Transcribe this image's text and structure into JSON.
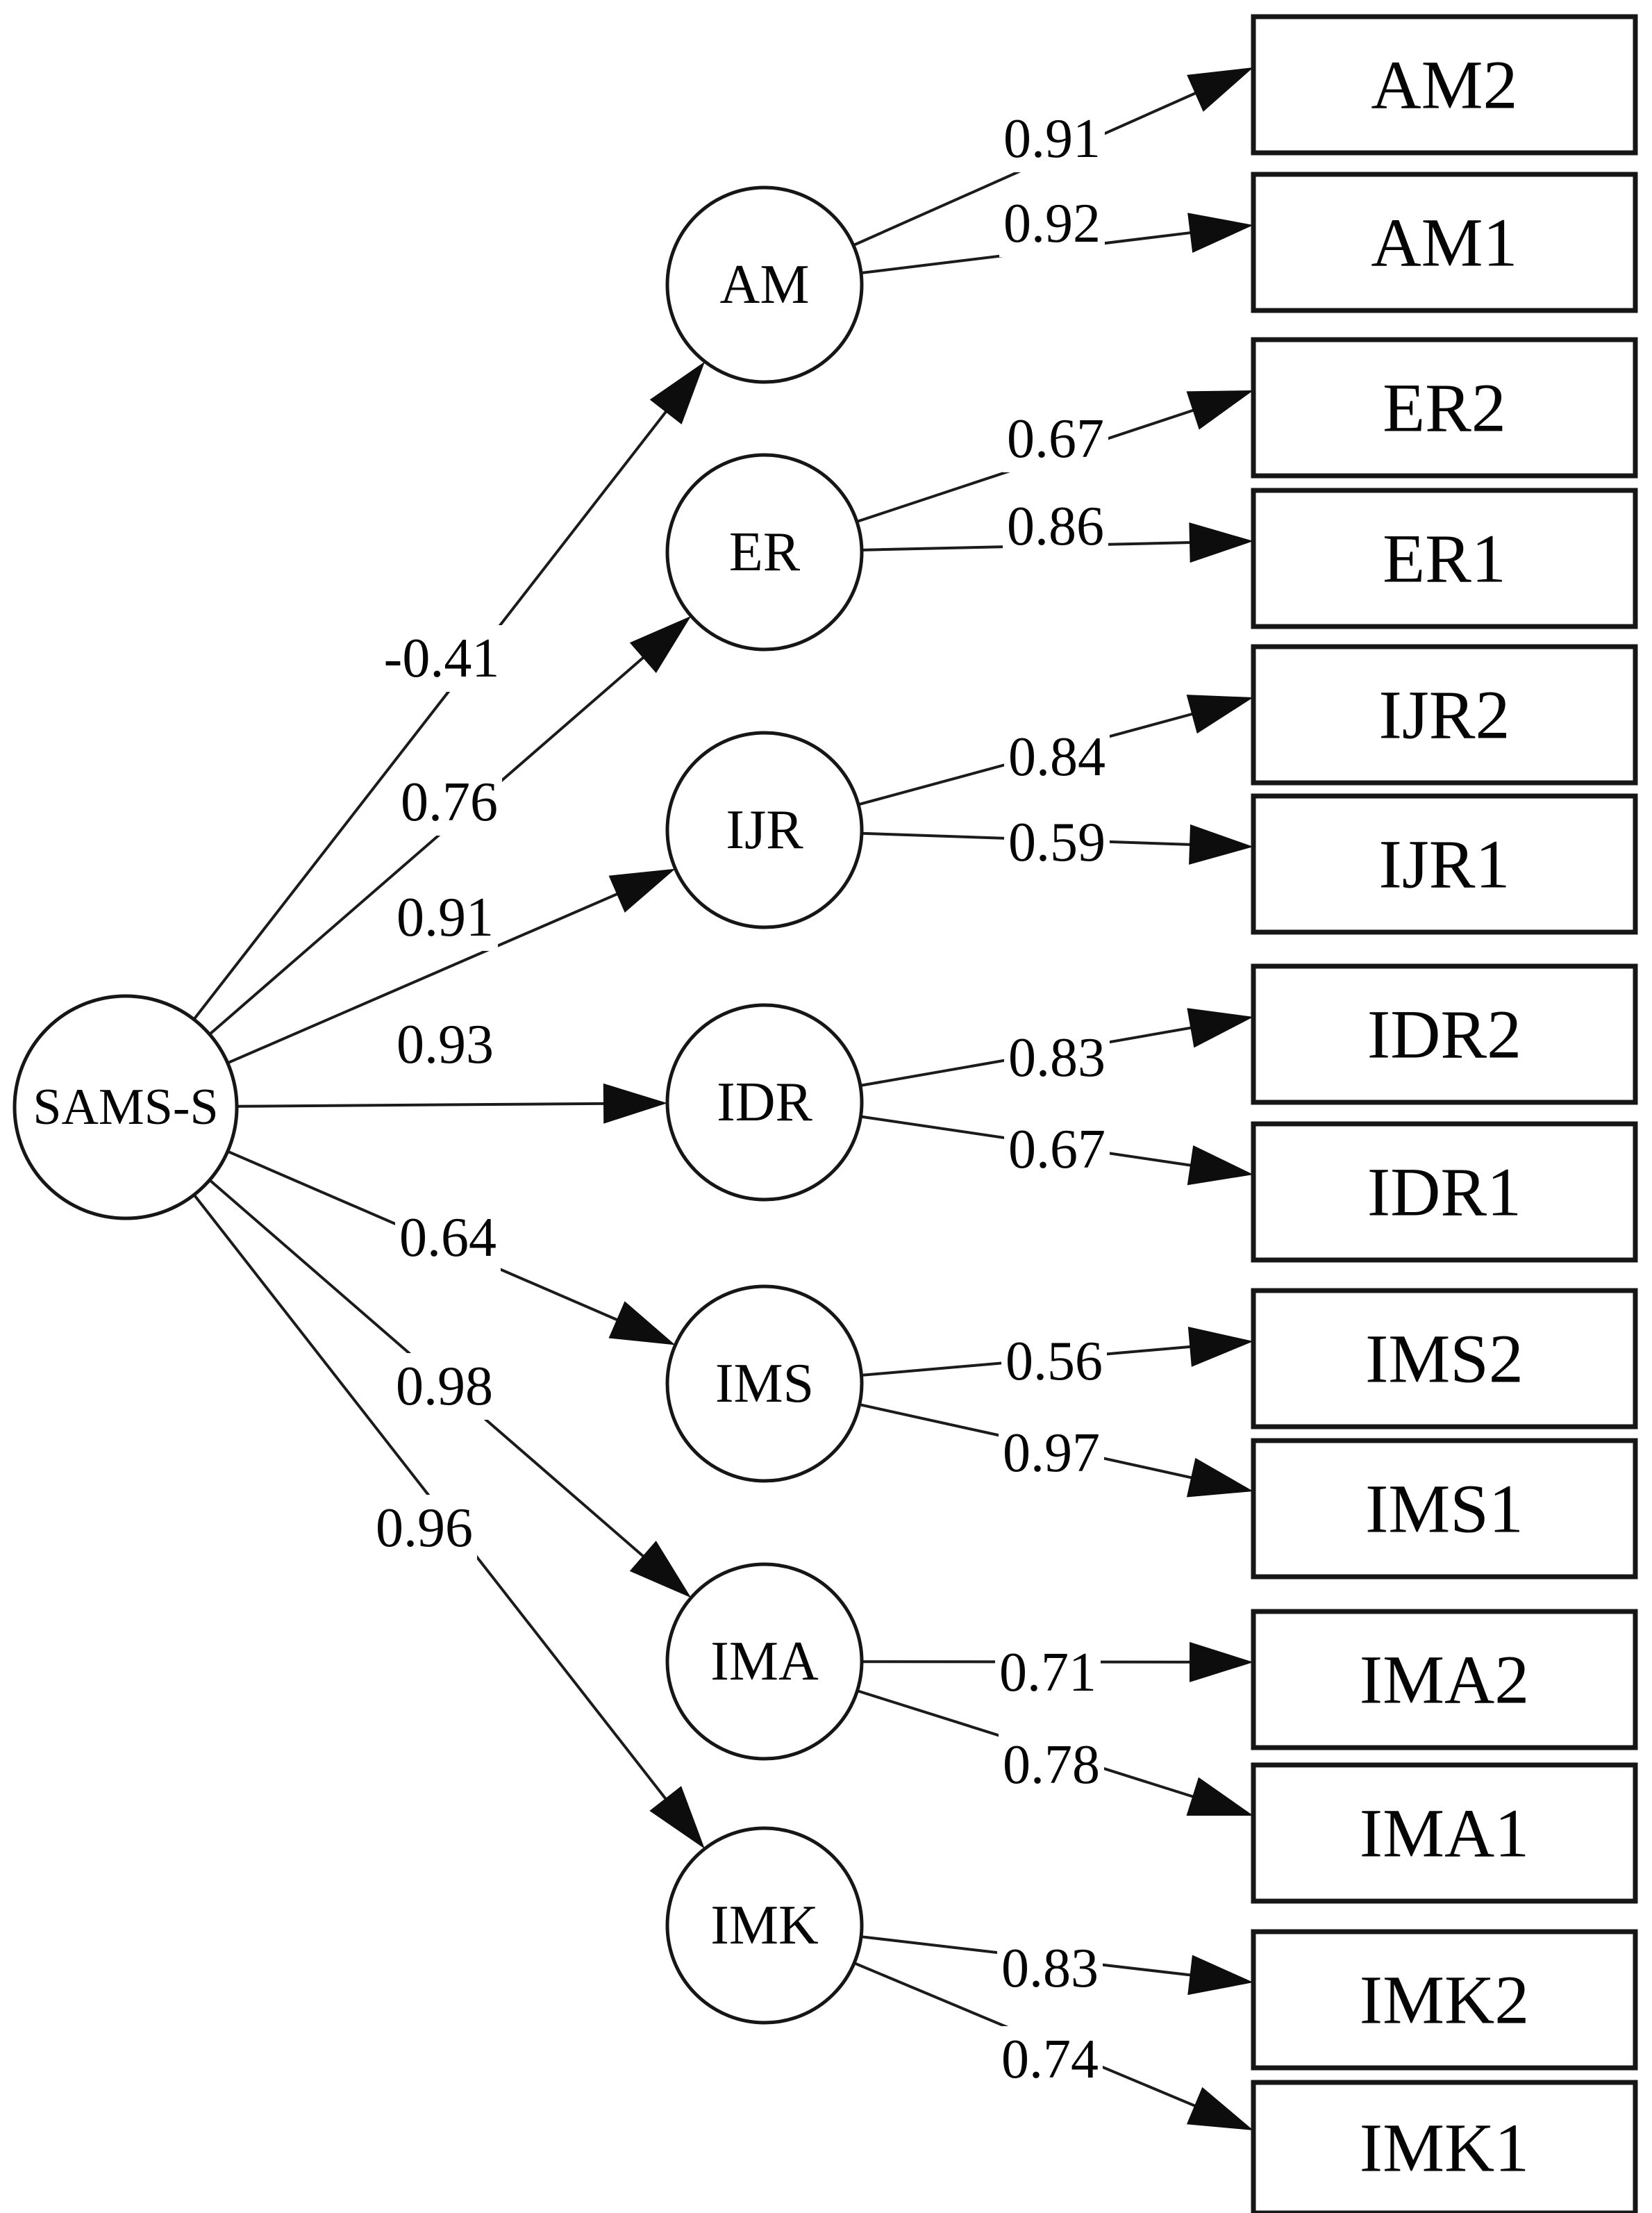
{
  "diagram": {
    "type": "sem-path-diagram",
    "background": "#ffffff",
    "colors": {
      "line": "#1b1b1b",
      "node_border": "#161616",
      "text": "#050505",
      "arrow_fill": "#0d0d0d"
    },
    "latent_source": {
      "label": "SAMS-S"
    },
    "factors": [
      {
        "label": "AM",
        "loading": "-0.41",
        "indicators": [
          {
            "label": "AM2",
            "loading": "0.91"
          },
          {
            "label": "AM1",
            "loading": "0.92"
          }
        ]
      },
      {
        "label": "ER",
        "loading": "0.76",
        "indicators": [
          {
            "label": "ER2",
            "loading": "0.67"
          },
          {
            "label": "ER1",
            "loading": "0.86"
          }
        ]
      },
      {
        "label": "IJR",
        "loading": "0.91",
        "indicators": [
          {
            "label": "IJR2",
            "loading": "0.84"
          },
          {
            "label": "IJR1",
            "loading": "0.59"
          }
        ]
      },
      {
        "label": "IDR",
        "loading": "0.93",
        "indicators": [
          {
            "label": "IDR2",
            "loading": "0.83"
          },
          {
            "label": "IDR1",
            "loading": "0.67"
          }
        ]
      },
      {
        "label": "IMS",
        "loading": "0.64",
        "indicators": [
          {
            "label": "IMS2",
            "loading": "0.56"
          },
          {
            "label": "IMS1",
            "loading": "0.97"
          }
        ]
      },
      {
        "label": "IMA",
        "loading": "0.98",
        "indicators": [
          {
            "label": "IMA2",
            "loading": "0.71"
          },
          {
            "label": "IMA1",
            "loading": "0.78"
          }
        ]
      },
      {
        "label": "IMK",
        "loading": "0.96",
        "indicators": [
          {
            "label": "IMK2",
            "loading": "0.83"
          },
          {
            "label": "IMK1",
            "loading": "0.74"
          }
        ]
      }
    ]
  }
}
